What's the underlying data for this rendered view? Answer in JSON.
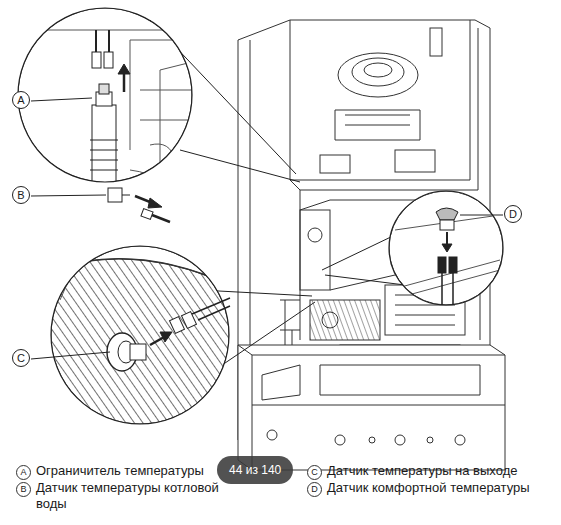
{
  "diagram": {
    "labels": [
      "A",
      "B",
      "C",
      "D",
      "A",
      "Ограничитель температуры",
      "B",
      "Датчик температуры котловой воды",
      "C",
      "Датчик температуры на выходе",
      "D",
      "Датчик комфортной температуры",
      "44 из 140"
    ]
  }
}
